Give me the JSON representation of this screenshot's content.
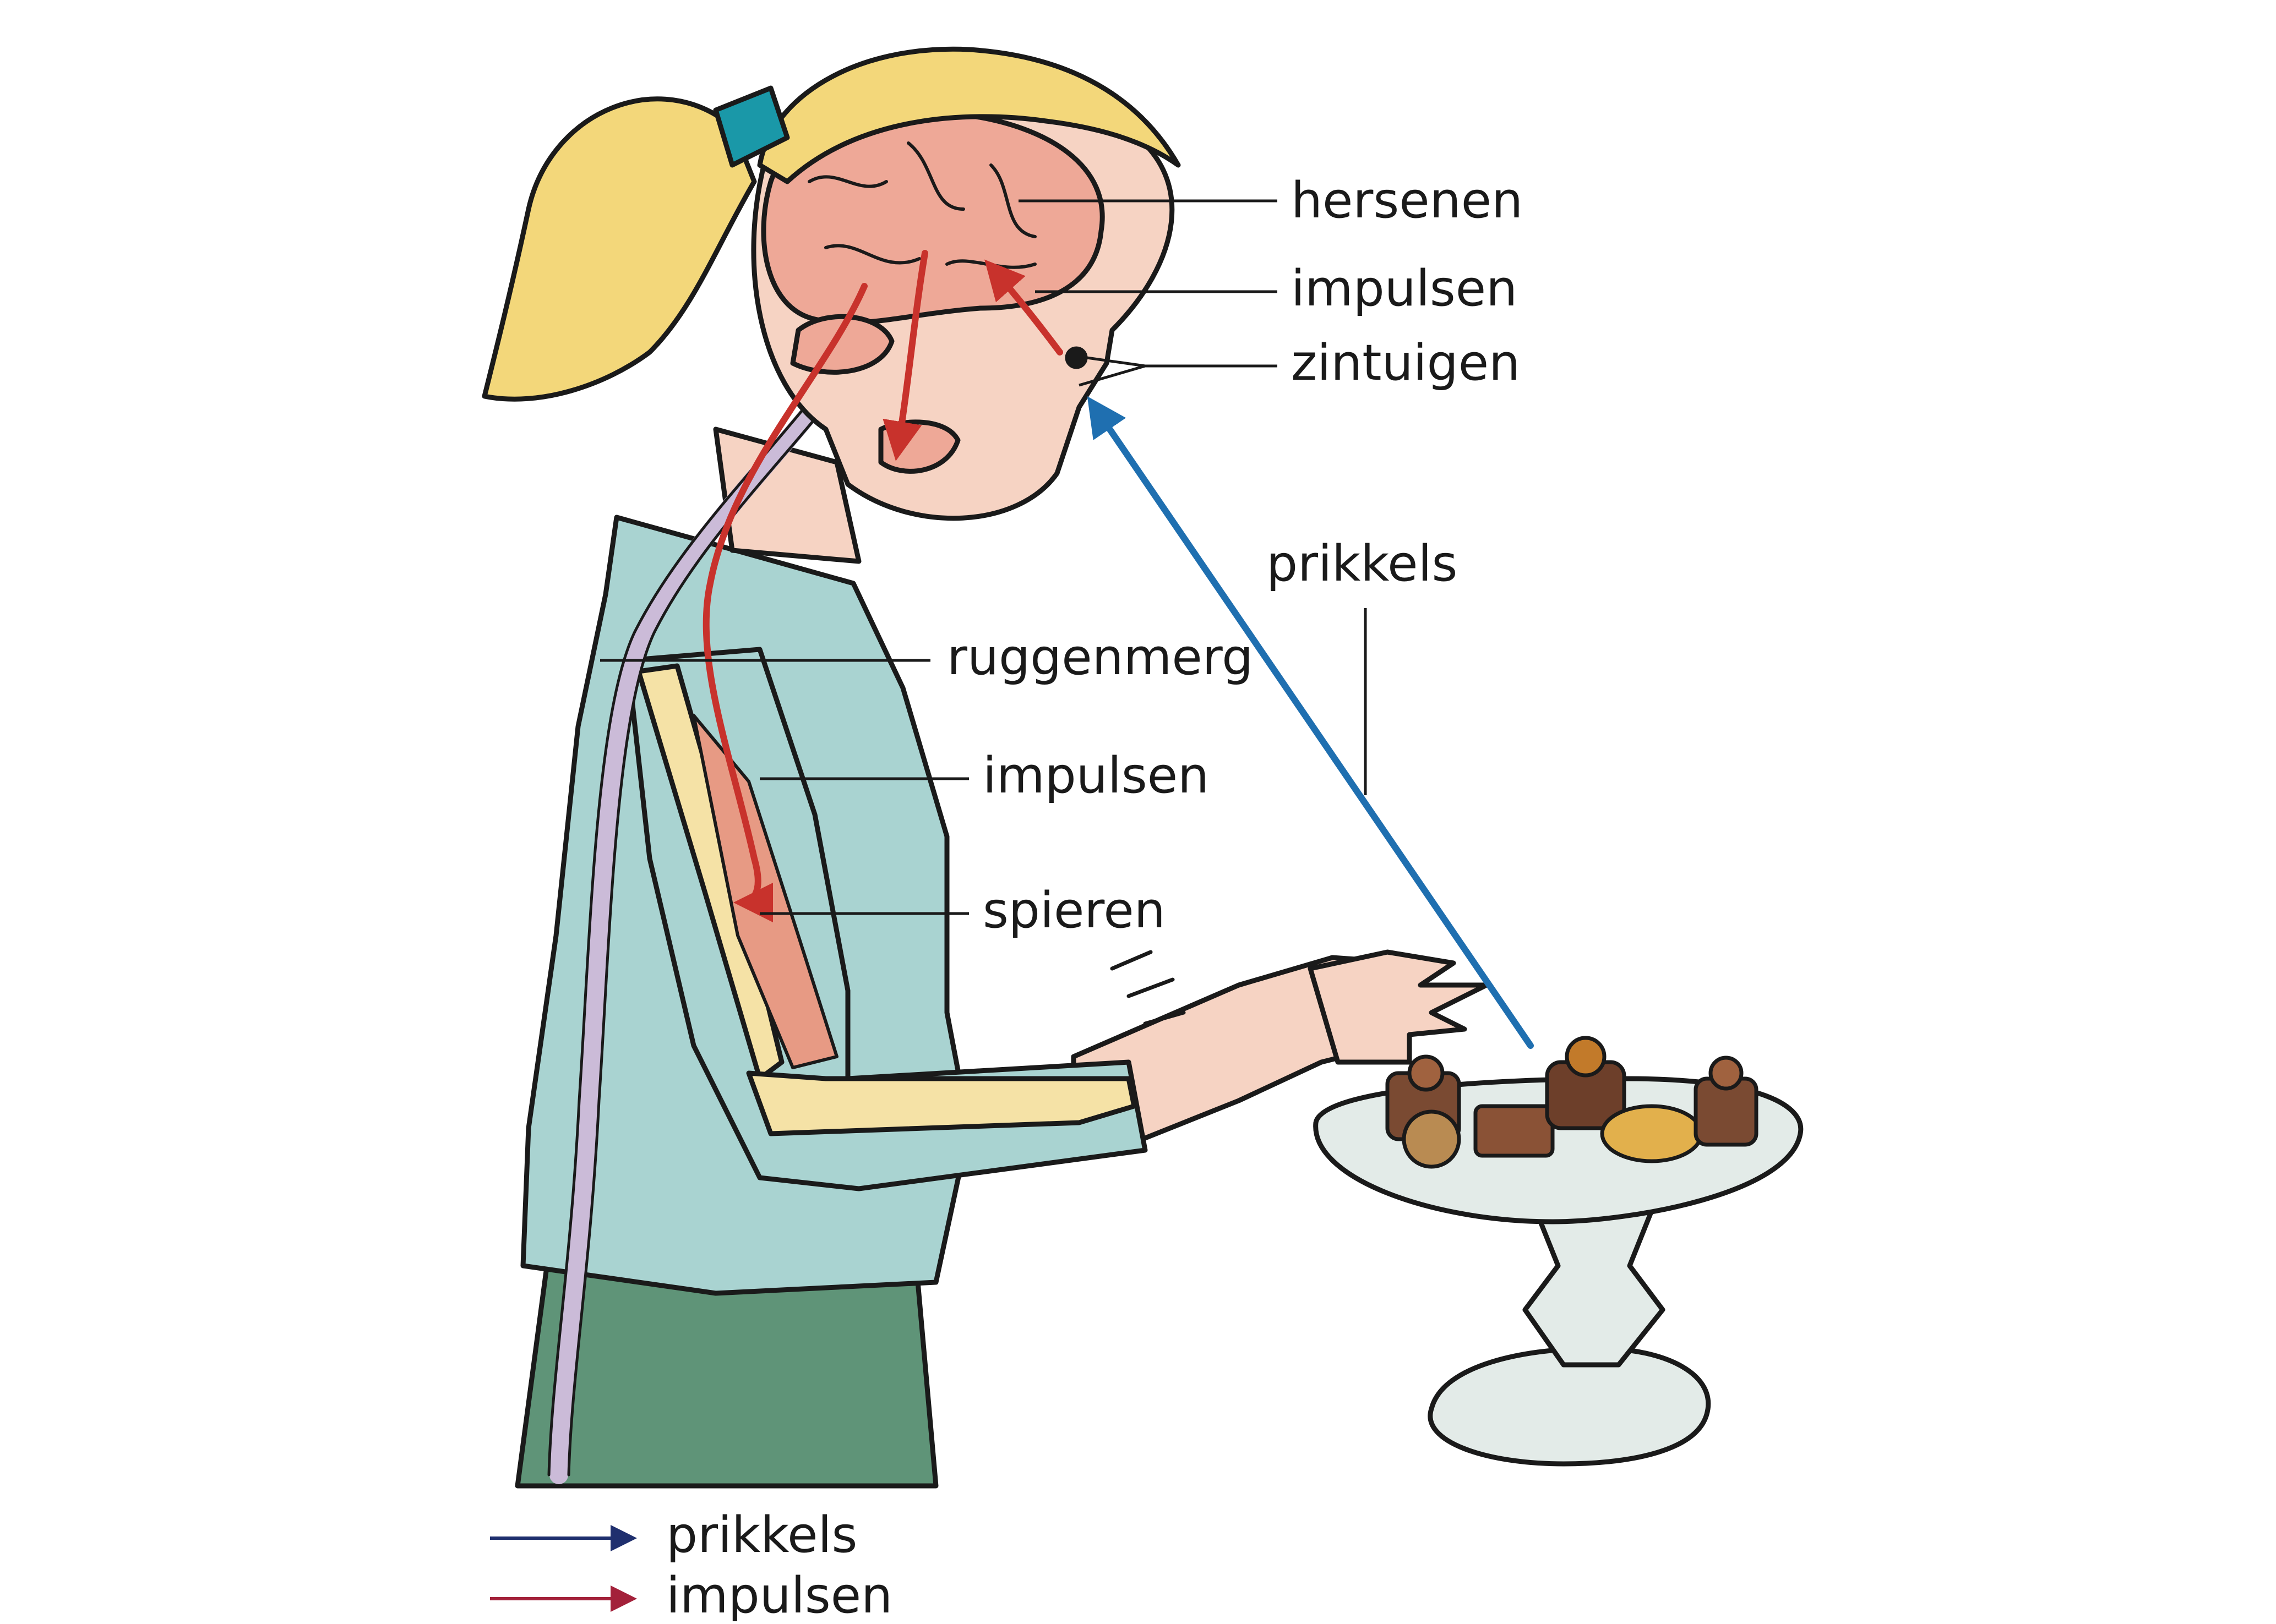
{
  "labels": {
    "hersenen": "hersenen",
    "impulsen_head": "impulsen",
    "zintuigen": "zintuigen",
    "prikkels_diag": "prikkels",
    "ruggenmerg": "ruggenmerg",
    "impulsen_arm": "impulsen",
    "spieren": "spieren"
  },
  "legend": {
    "items": [
      {
        "label": "prikkels",
        "color": "#1f2f6e"
      },
      {
        "label": "impulsen",
        "color": "#a3213a"
      }
    ]
  },
  "colors": {
    "stimulus_arrow": "#1f6fb0",
    "impulse_arrow": "#c8322c",
    "hair": "#f3d77a",
    "skin": "#f6d3c3",
    "brain": "#eea897",
    "shirt": "#a9d3d1",
    "skirt": "#5f9478",
    "bone": "#f5e2a6",
    "spinal_cord": "#cbbbd8",
    "hair_tie": "#1a98a8",
    "stand": "#e3ebe8",
    "chocolate": "#7a4a32"
  }
}
